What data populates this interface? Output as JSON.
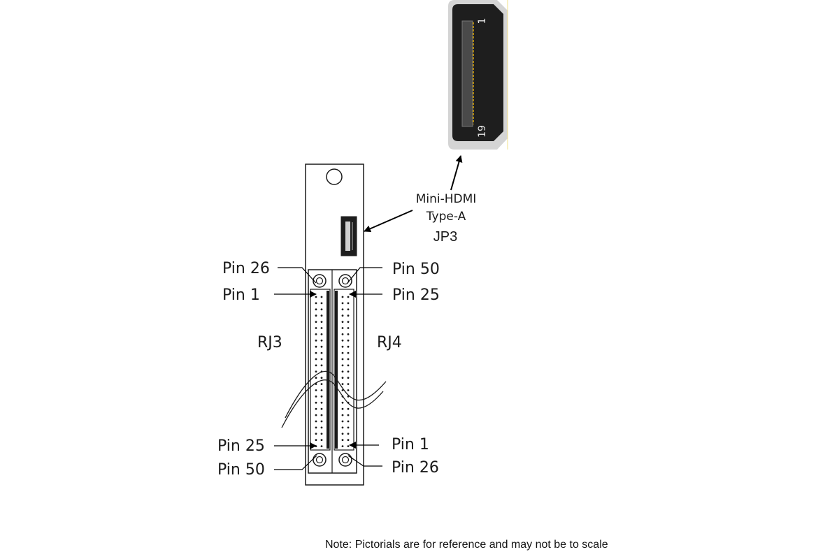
{
  "hdmi": {
    "type_line1": "Mini-HDMI",
    "type_line2": "Type-A",
    "ref": "JP3",
    "pin_first": "1",
    "pin_last": "19"
  },
  "connectors": {
    "left": {
      "ref": "RJ3",
      "top_outer": "Pin 26",
      "top_inner": "Pin 1",
      "bottom_inner": "Pin 25",
      "bottom_outer": "Pin 50"
    },
    "right": {
      "ref": "RJ4",
      "top_outer": "Pin 50",
      "top_inner": "Pin 25",
      "bottom_inner": "Pin 1",
      "bottom_outer": "Pin 26"
    }
  },
  "note": "Note: Pictorials are for reference and may not be to scale",
  "colors": {
    "outline": "#1a1a1a",
    "connector_face": "#1e1e1e",
    "contact_stripe": "#d9a400",
    "bezel": "#d4d4d4"
  }
}
